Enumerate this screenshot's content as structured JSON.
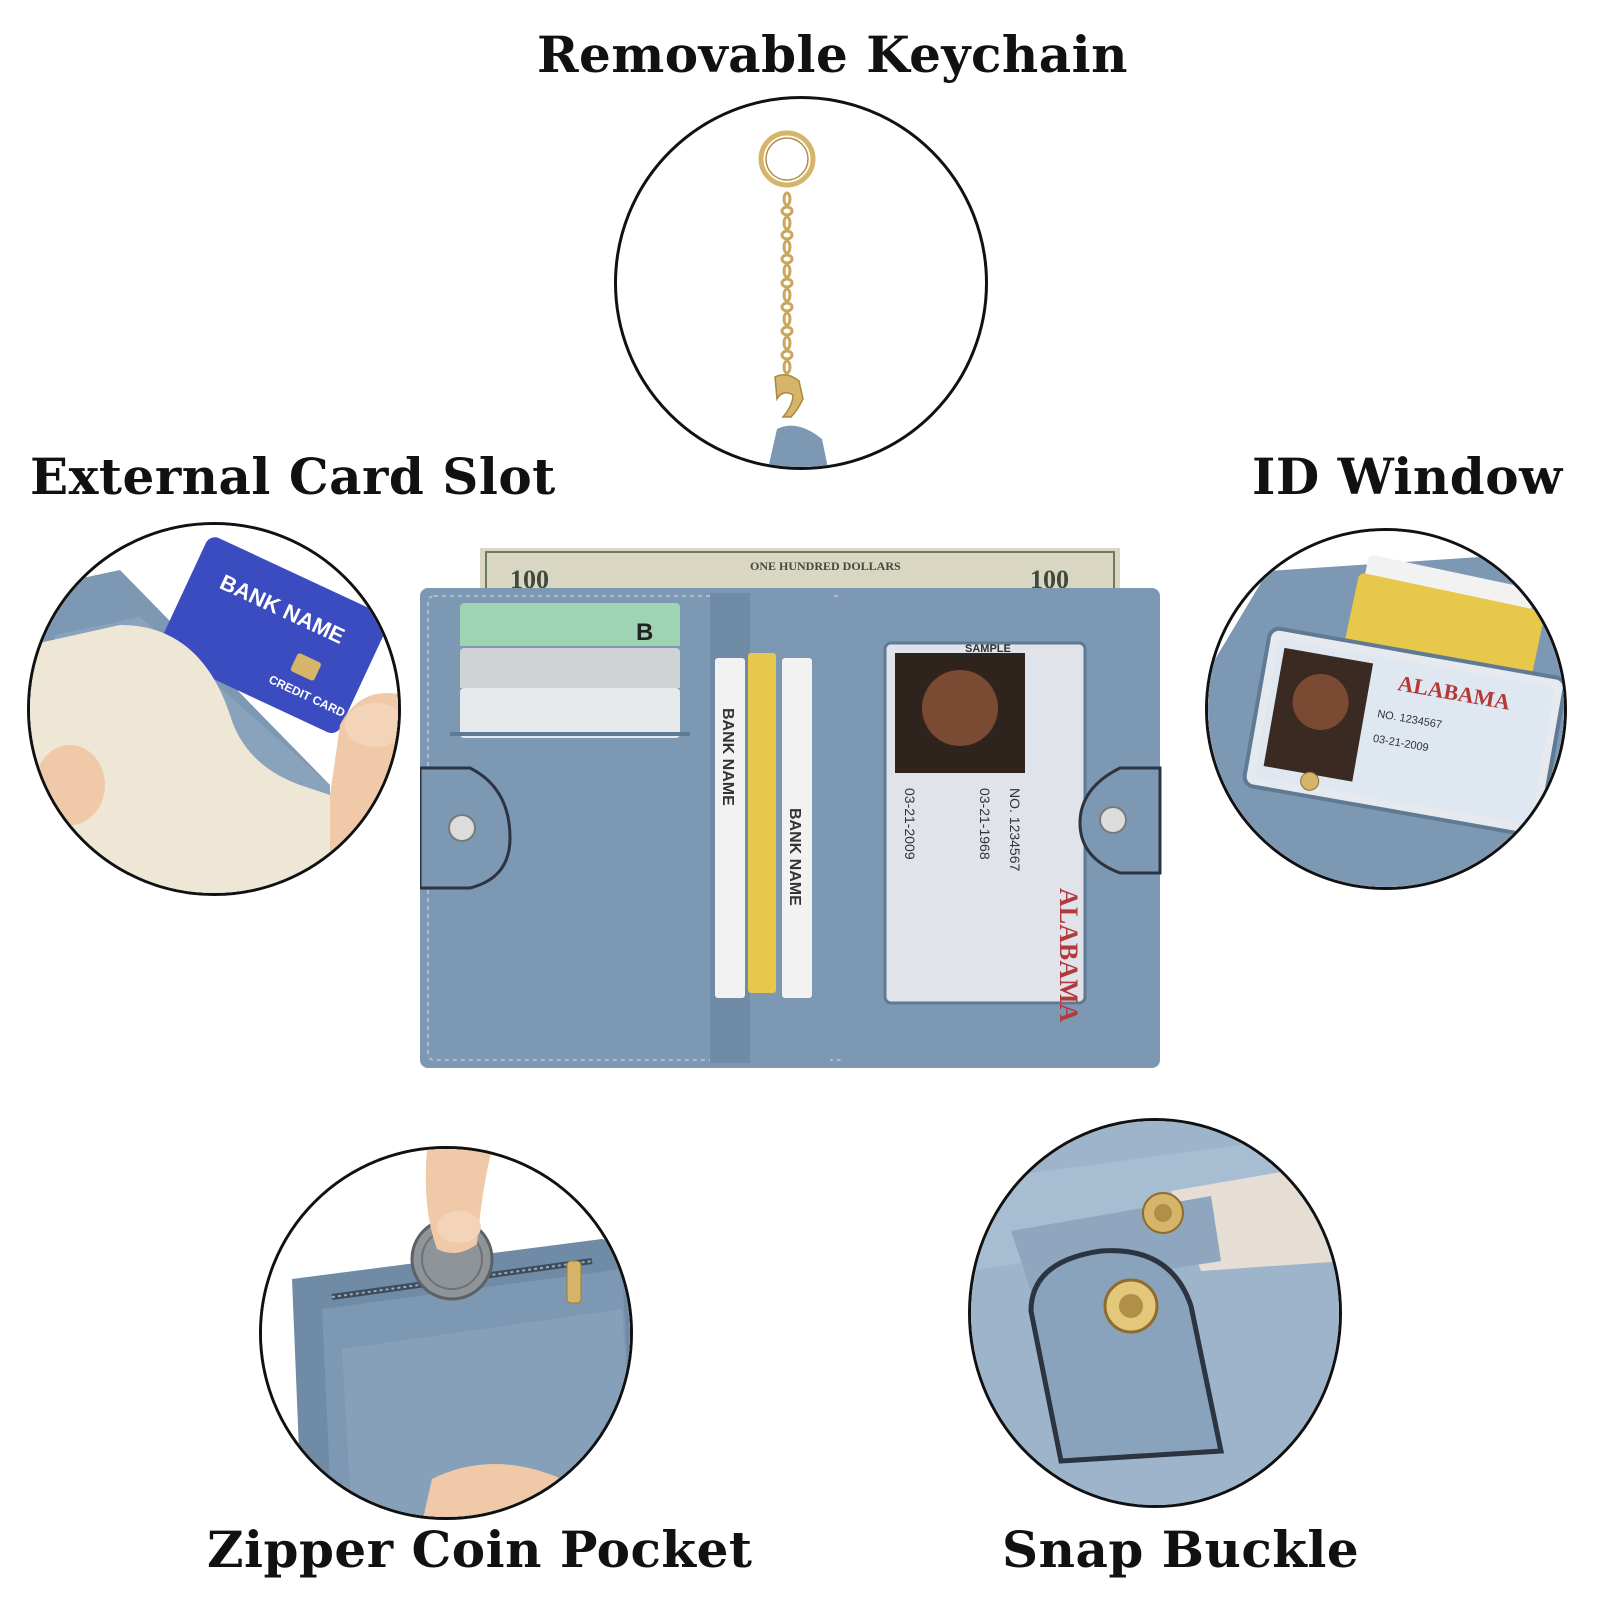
{
  "labels": {
    "keychain": "Removable Keychain",
    "external_card_slot": "External Card Slot",
    "id_window": "ID Window",
    "zipper_coin_pocket": "Zipper Coin Pocket",
    "snap_buckle": "Snap Buckle"
  },
  "printed_text": {
    "bill_value": "100",
    "bill_text": "ONE HUNDRED DOLLARS",
    "bank_card": "BANK NAME",
    "credit_card": "CREDIT CARD",
    "card_letter_b": "B",
    "id_state": "ALABAMA",
    "id_sample": "SAMPLE",
    "id_number": "NO. 1234567",
    "id_date": "03-21-2009",
    "id_dob": "03-21-1968"
  },
  "colors": {
    "leather": "#7d98b3",
    "leather_dark": "#5f7a95",
    "stitch": "#b9cadb",
    "bill": "#d9d7c2",
    "bill_ink": "#3f4a3c",
    "gold": "#d6b46a",
    "cream": "#efe7d6",
    "bank_card": "#3b4cc0"
  },
  "icons": [
    "keyring-icon",
    "snap-button-icon",
    "coin-icon",
    "zipper-pull-icon"
  ]
}
